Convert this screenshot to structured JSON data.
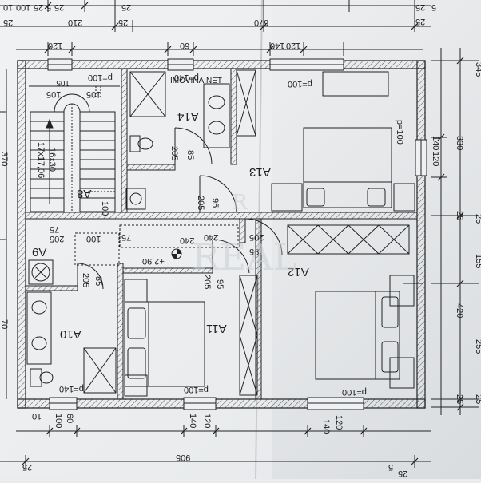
{
  "watermark": {
    "site": "IMOVINA.NET",
    "brand": "REAL"
  },
  "rooms": [
    {
      "id": "a14",
      "label": "A14"
    },
    {
      "id": "a13",
      "label": "A13"
    },
    {
      "id": "a12",
      "label": "A12"
    },
    {
      "id": "a11",
      "label": "A11"
    },
    {
      "id": "a10",
      "label": "A10"
    },
    {
      "id": "a9",
      "label": "A9"
    },
    {
      "id": "a8",
      "label": "A8"
    }
  ],
  "stairs": {
    "spec": "16x30",
    "steps": "17x17,06"
  },
  "level": "+2,90",
  "dimensions": {
    "top_row": [
      "10",
      "100",
      "25",
      "5",
      "25",
      "210",
      "25",
      "670",
      "25",
      "5",
      "25"
    ],
    "top_second": [
      "120",
      "60",
      "140",
      "120"
    ],
    "parapets": [
      "p=100",
      "p=140",
      "p=100",
      "p=100",
      "p=140",
      "p=100",
      "p=100"
    ],
    "door_widths": [
      "85",
      "205",
      "95",
      "205",
      "240",
      "95",
      "205",
      "75",
      "205",
      "100",
      "205",
      "85",
      "95",
      "205"
    ],
    "stair_dims": [
      "105",
      "105",
      "105"
    ],
    "right_column": [
      "345",
      "330",
      "140",
      "120",
      "25",
      "155",
      "420",
      "255",
      "25",
      "25"
    ],
    "bottom_row": [
      "100",
      "60",
      "140",
      "120",
      "140",
      "120"
    ],
    "bottom_total": [
      "905",
      "25",
      "5",
      "25"
    ],
    "left_edge": [
      "370",
      "70"
    ],
    "misc": [
      "100",
      "100",
      "25"
    ]
  }
}
